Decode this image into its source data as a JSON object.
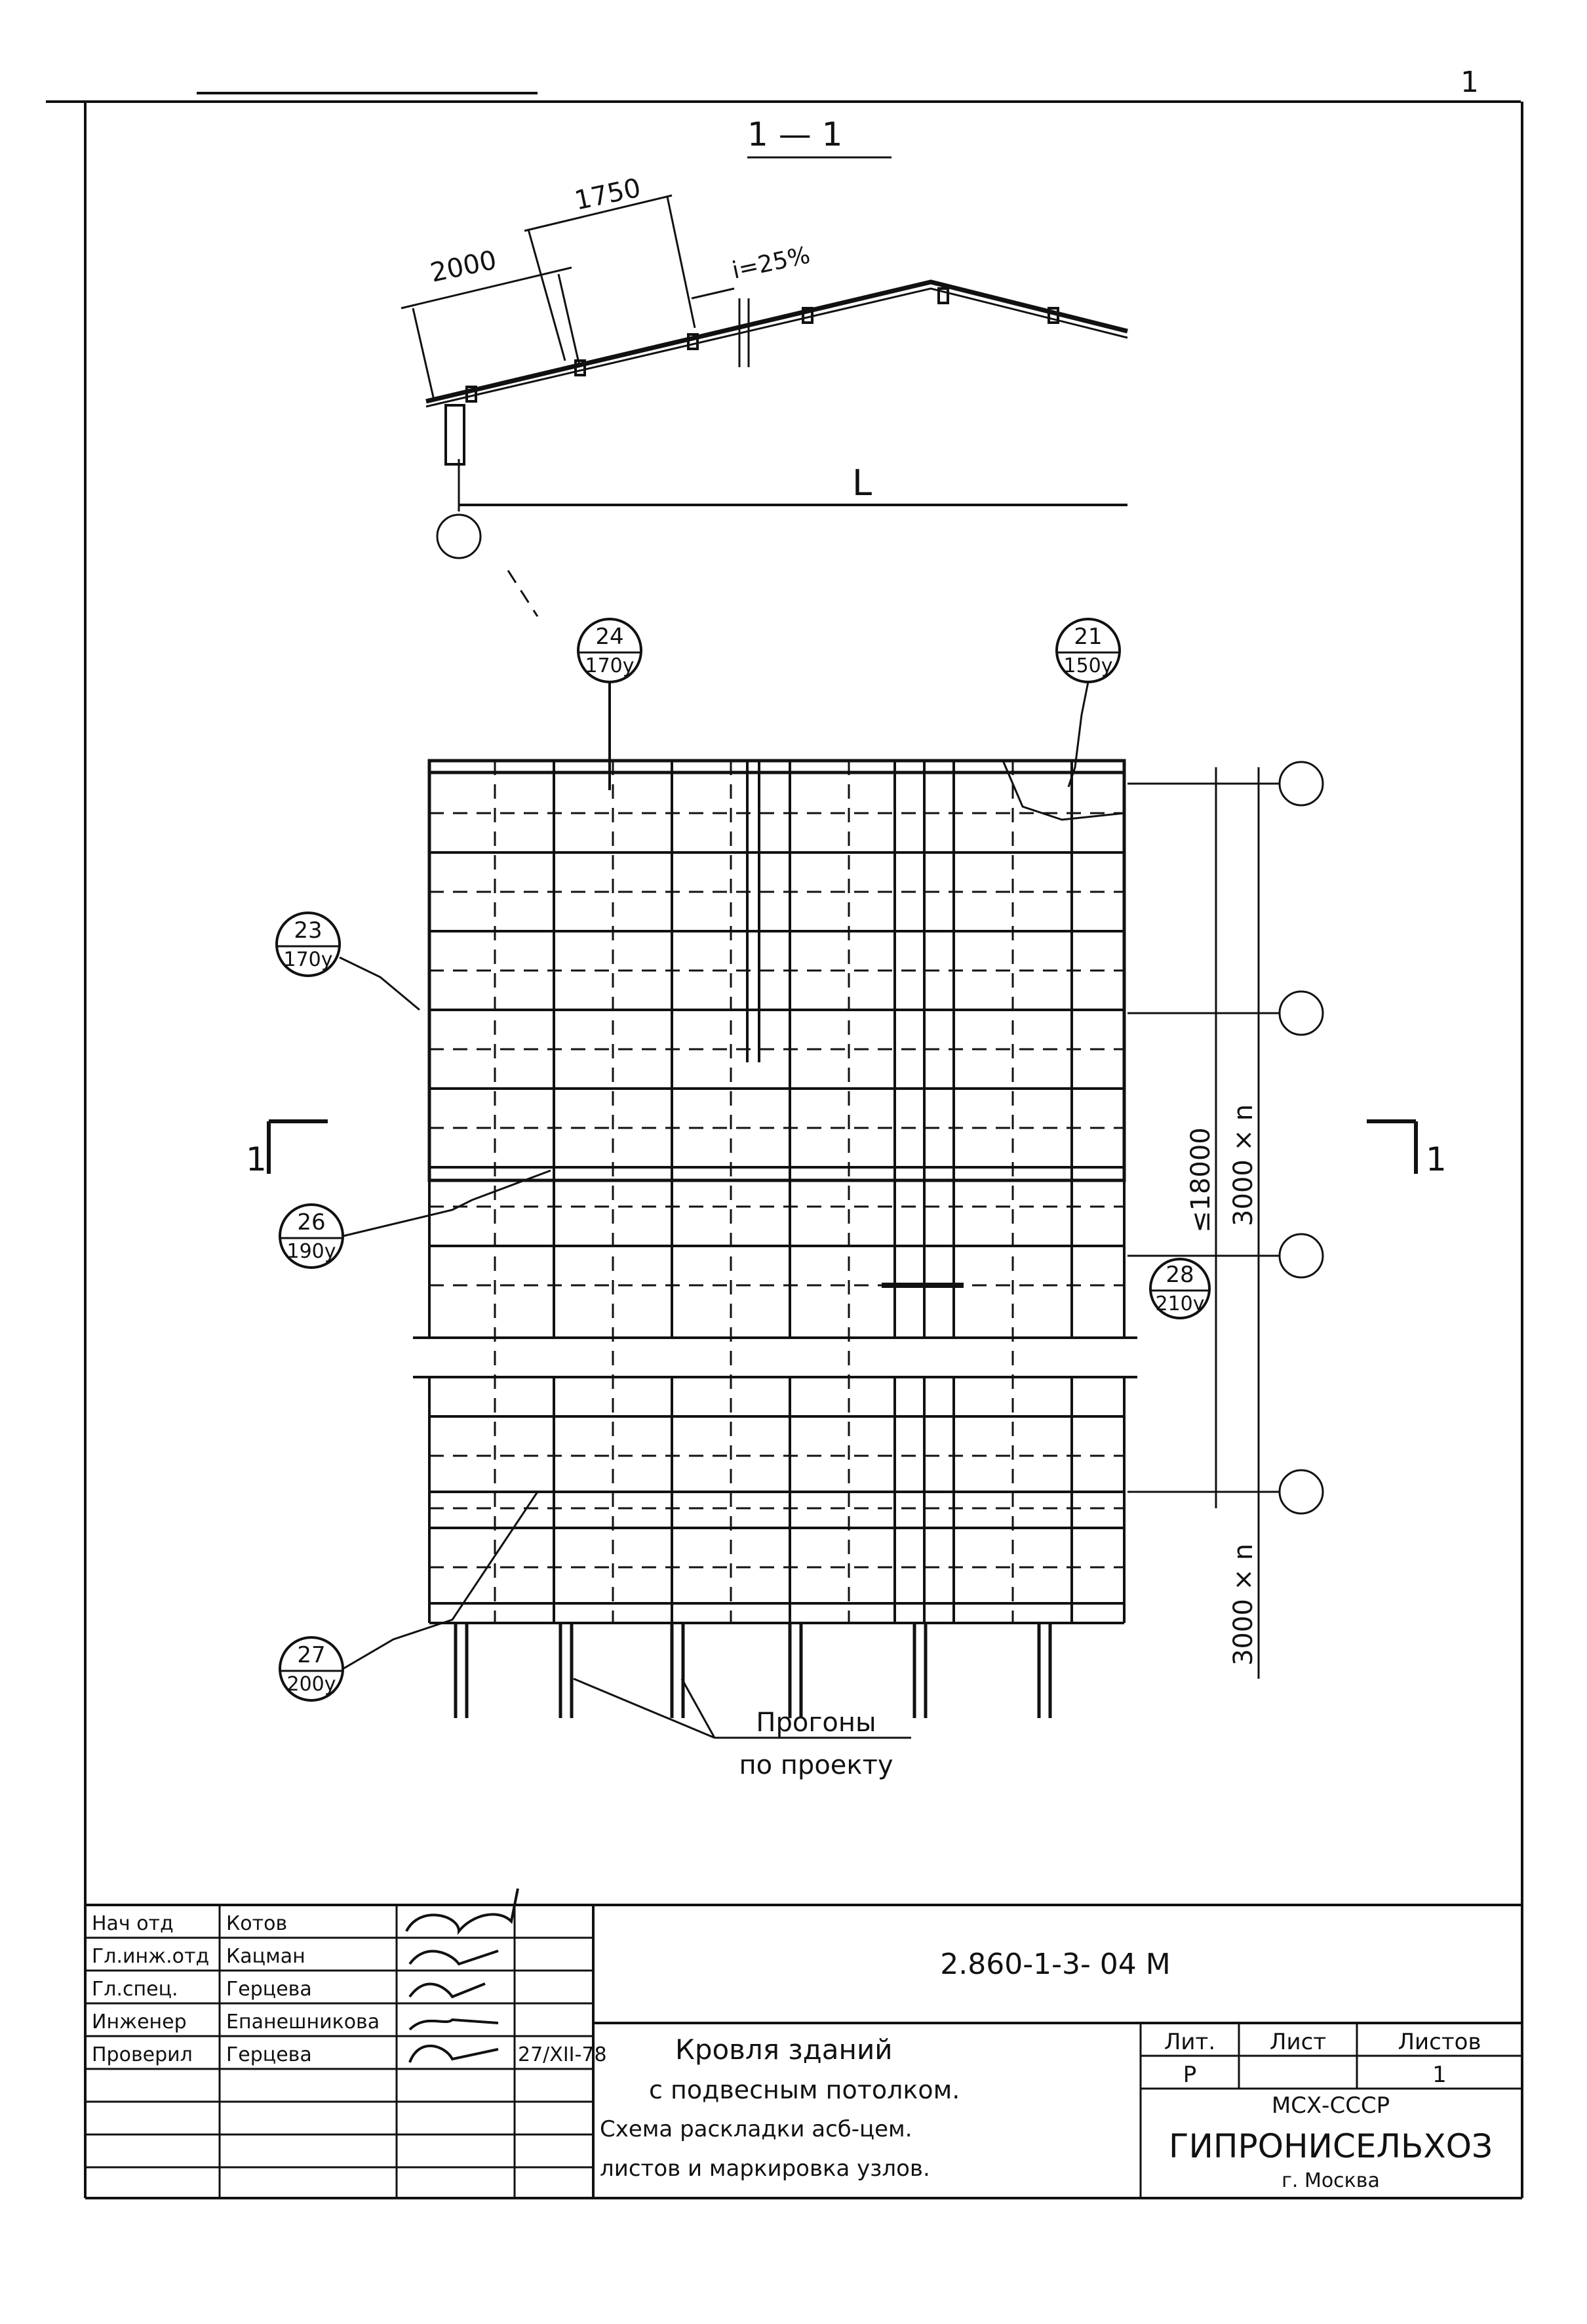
{
  "sheet_number": "1",
  "section": {
    "title": "1 — 1",
    "dim_a": "2000",
    "dim_b": "1750",
    "slope": "i=25%",
    "span": "L"
  },
  "callouts": [
    {
      "num": "24",
      "sub": "170у"
    },
    {
      "num": "21",
      "sub": "150у"
    },
    {
      "num": "23",
      "sub": "170у"
    },
    {
      "num": "26",
      "sub": "190у"
    },
    {
      "num": "28",
      "sub": "210у"
    },
    {
      "num": "27",
      "sub": "200у"
    }
  ],
  "section_mark": "1",
  "dimensions": {
    "total": "≤18000",
    "module": "3000 × n",
    "module_bottom": "3000 × n"
  },
  "note": {
    "line1": "Прогоны",
    "line2": "по проекту"
  },
  "title_block": {
    "rows": [
      {
        "role": "Нач отд",
        "name": "Котов",
        "date": ""
      },
      {
        "role": "Гл.инж.отд",
        "name": "Кацман",
        "date": ""
      },
      {
        "role": "Гл.спец.",
        "name": "Герцева",
        "date": ""
      },
      {
        "role": "Инженер",
        "name": "Епанешникова",
        "date": ""
      },
      {
        "role": "Проверил",
        "name": "Герцева",
        "date": "27/XII-78"
      }
    ],
    "doc_code": "2.860-1-3- 04 М",
    "title_lines": [
      "Кровля зданий",
      "с подвесным потолком.",
      "Схема раскладки асб-цем.",
      "листов и маркировка узлов."
    ],
    "stage_header": "Лит.",
    "sheet_header": "Лист",
    "sheets_header": "Листов",
    "stage": "Р",
    "sheet": "1",
    "sheets": "",
    "ministry": "МСХ-СССР",
    "org": "ГИПРОНИСЕЛЬХОЗ",
    "city": "г. Москва"
  }
}
